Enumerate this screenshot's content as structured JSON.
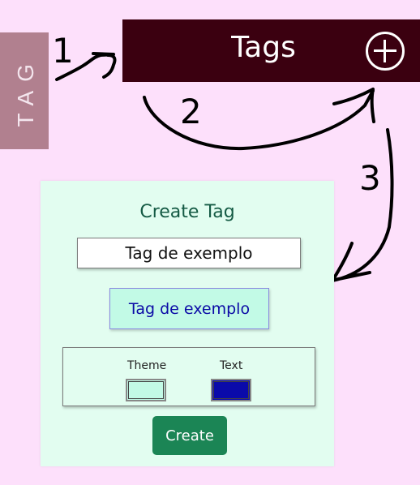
{
  "side_tab": {
    "label": "TAG"
  },
  "header": {
    "title": "Tags",
    "add_icon": "plus-circle-icon"
  },
  "annotations": {
    "step1": "1",
    "step2": "2",
    "step3": "3"
  },
  "create_panel": {
    "title": "Create Tag",
    "name_value": "Tag de exemplo",
    "preview_text": "Tag de exemplo",
    "theme_label": "Theme",
    "text_label": "Text",
    "theme_color": "#c2fae6",
    "text_color": "#0a0aaa",
    "create_label": "Create"
  },
  "colors": {
    "background": "#fde0fb",
    "header": "#3b0010",
    "side_tab": "#b1808f",
    "panel": "#e2fdf0",
    "button": "#1b8555"
  }
}
